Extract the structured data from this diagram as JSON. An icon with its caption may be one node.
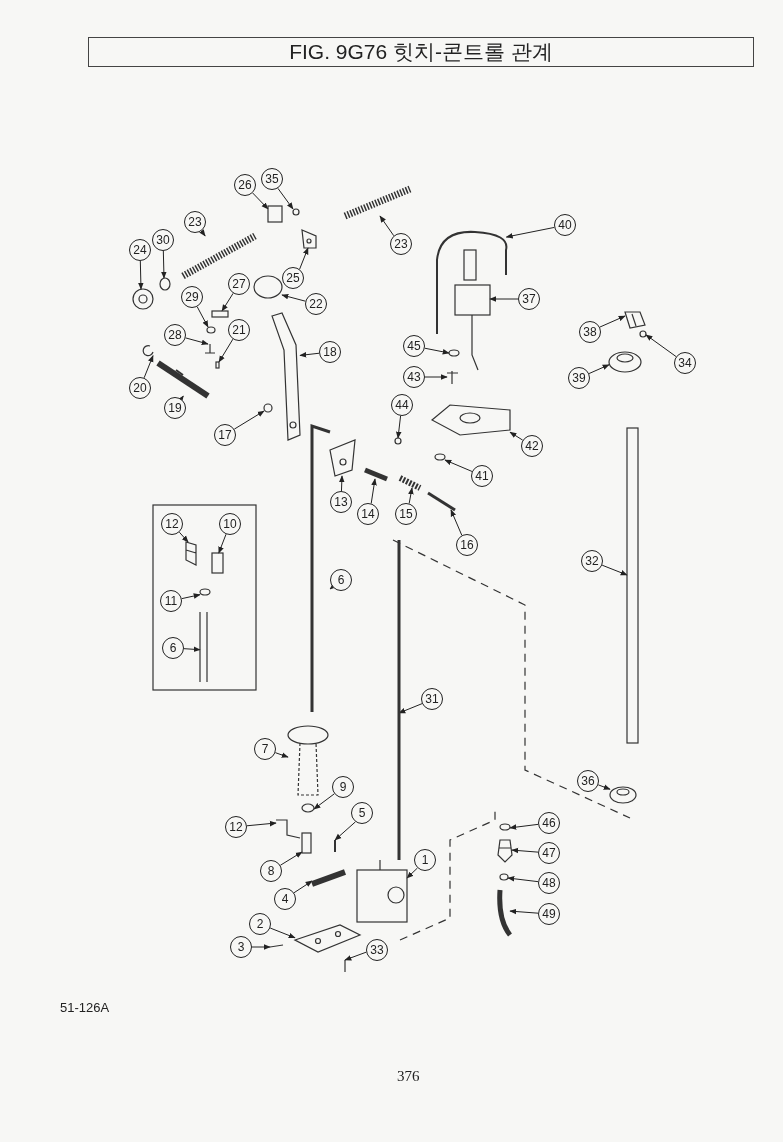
{
  "diagram": {
    "title": "FIG. 9G76 힛치-콘트롤 관계",
    "nodes": [
      {
        "text": [
          "35"
        ]
      },
      {
        "text": [
          "26"
        ]
      },
      {
        "text": [
          "23"
        ]
      },
      {
        "text": [
          "40"
        ]
      },
      {
        "text": [
          "23"
        ]
      },
      {
        "text": [
          "30"
        ]
      },
      {
        "text": [
          "24"
        ]
      },
      {
        "text": [
          "25"
        ]
      },
      {
        "text": [
          "27"
        ]
      },
      {
        "text": [
          "22"
        ]
      },
      {
        "text": [
          "29"
        ]
      },
      {
        "text": [
          "37"
        ]
      },
      {
        "text": [
          "38"
        ]
      },
      {
        "text": [
          "34"
        ]
      },
      {
        "text": [
          "28"
        ]
      },
      {
        "text": [
          "21"
        ]
      },
      {
        "text": [
          "45"
        ]
      },
      {
        "text": [
          "18"
        ]
      },
      {
        "text": [
          "43"
        ]
      },
      {
        "text": [
          "39"
        ]
      },
      {
        "text": [
          "20"
        ]
      },
      {
        "text": [
          "44"
        ]
      },
      {
        "text": [
          "19"
        ]
      },
      {
        "text": [
          "17"
        ]
      },
      {
        "text": [
          "42"
        ]
      },
      {
        "text": [
          "41"
        ]
      },
      {
        "text": [
          "13"
        ]
      },
      {
        "text": [
          "14"
        ]
      },
      {
        "text": [
          "15"
        ]
      },
      {
        "text": [
          "16"
        ]
      },
      {
        "text": [
          "12"
        ]
      },
      {
        "text": [
          "10"
        ]
      },
      {
        "text": [
          "32"
        ]
      },
      {
        "text": [
          "11"
        ]
      },
      {
        "text": [
          "6"
        ]
      },
      {
        "text": [
          "6"
        ]
      },
      {
        "text": [
          "31"
        ]
      },
      {
        "text": [
          "7"
        ]
      },
      {
        "text": [
          "36"
        ]
      },
      {
        "text": [
          "9"
        ]
      },
      {
        "text": [
          "5"
        ]
      },
      {
        "text": [
          "46"
        ]
      },
      {
        "text": [
          "12"
        ]
      },
      {
        "text": [
          "1"
        ]
      },
      {
        "text": [
          "47"
        ]
      },
      {
        "text": [
          "8"
        ]
      },
      {
        "text": [
          "48"
        ]
      },
      {
        "text": [
          "4"
        ]
      },
      {
        "text": [
          "49"
        ]
      },
      {
        "text": [
          "2"
        ]
      },
      {
        "text": [
          "3"
        ]
      },
      {
        "text": [
          "33"
        ]
      },
      {
        "text": [],
        "shape": "circle"
      },
      {
        "text": [],
        "shape": "box"
      },
      {
        "text": [],
        "shape": "picture"
      },
      {
        "text": [],
        "shape": "picture"
      },
      {
        "text": [],
        "shape": "picture"
      },
      {
        "text": [],
        "shape": "circle"
      },
      {
        "text": [],
        "shape": "picture"
      },
      {
        "text": [],
        "shape": "picture"
      },
      {
        "text": [],
        "shape": "box"
      },
      {
        "text": [],
        "shape": "circle"
      },
      {
        "text": [],
        "shape": "circle"
      },
      {
        "text": [],
        "shape": "picture"
      },
      {
        "text": [],
        "shape": "picture"
      },
      {
        "text": [],
        "shape": "circle"
      },
      {
        "text": [],
        "shape": "picture"
      },
      {
        "text": [],
        "shape": "box"
      },
      {
        "text": [],
        "shape": "circle"
      },
      {
        "text": [],
        "shape": "picture"
      },
      {
        "text": [],
        "shape": "picture"
      },
      {
        "text": [],
        "shape": "picture"
      },
      {
        "text": [],
        "shape": "picture"
      },
      {
        "text": [],
        "shape": "circle"
      },
      {
        "text": [],
        "shape": "picture"
      },
      {
        "text": [],
        "shape": "circle"
      },
      {
        "text": [],
        "shape": "picture"
      },
      {
        "text": [],
        "shape": "circle"
      },
      {
        "text": [],
        "shape": "picture"
      },
      {
        "text": [],
        "shape": "picture"
      },
      {
        "text": [],
        "shape": "picture"
      },
      {
        "text": [],
        "shape": "picture"
      },
      {
        "text": [],
        "shape": "picture"
      },
      {
        "text": [],
        "shape": "box"
      },
      {
        "text": [],
        "shape": "box"
      },
      {
        "text": [],
        "shape": "circle"
      },
      {
        "text": [],
        "shape": "picture"
      },
      {
        "text": [],
        "shape": "picture"
      },
      {
        "text": [],
        "shape": "picture"
      },
      {
        "text": [],
        "shape": "picture"
      },
      {
        "text": [],
        "shape": "picture"
      },
      {
        "text": [],
        "shape": "circle"
      },
      {
        "text": [],
        "shape": "picture"
      },
      {
        "text": [],
        "shape": "circle"
      },
      {
        "text": [],
        "shape": "picture"
      },
      {
        "text": [],
        "shape": "picture"
      },
      {
        "text": [],
        "shape": "picture"
      },
      {
        "text": [],
        "shape": "box"
      },
      {
        "text": [],
        "shape": "circle"
      },
      {
        "text": [],
        "shape": "picture"
      },
      {
        "text": [],
        "shape": "picture"
      },
      {
        "text": [],
        "shape": "picture"
      },
      {
        "text": [],
        "shape": "picture"
      },
      {
        "text": [],
        "shape": "picture"
      }
    ],
    "edges": [
      {
        "from": 0,
        "to": 52,
        "arrow": "to"
      },
      {
        "from": 1,
        "to": 53,
        "arrow": "to"
      },
      {
        "from": 2,
        "to": 54,
        "arrow": "to"
      },
      {
        "from": 3,
        "to": 55,
        "arrow": "to"
      },
      {
        "from": 4,
        "to": 56,
        "arrow": "to"
      },
      {
        "from": 5,
        "to": 57,
        "arrow": "to"
      },
      {
        "from": 6,
        "to": 58,
        "arrow": "to"
      },
      {
        "from": 7,
        "to": 59,
        "arrow": "to"
      },
      {
        "from": 8,
        "to": 60,
        "arrow": "to"
      },
      {
        "from": 9,
        "to": 61,
        "arrow": "to"
      },
      {
        "from": 10,
        "to": 62,
        "arrow": "to"
      },
      {
        "from": 11,
        "to": 63,
        "arrow": "to"
      },
      {
        "from": 12,
        "to": 64,
        "arrow": "to"
      },
      {
        "from": 13,
        "to": 65,
        "arrow": "to"
      },
      {
        "from": 14,
        "to": 66,
        "arrow": "to"
      },
      {
        "from": 15,
        "to": 67,
        "arrow": "to"
      },
      {
        "from": 16,
        "to": 68,
        "arrow": "to"
      },
      {
        "from": 17,
        "to": 69,
        "arrow": "to"
      },
      {
        "from": 18,
        "to": 70,
        "arrow": "to"
      },
      {
        "from": 19,
        "to": 71,
        "arrow": "to"
      },
      {
        "from": 20,
        "to": 72,
        "arrow": "to"
      },
      {
        "from": 21,
        "to": 73,
        "arrow": "to"
      },
      {
        "from": 22,
        "to": 74,
        "arrow": "to"
      },
      {
        "from": 23,
        "to": 75,
        "arrow": "to"
      },
      {
        "from": 24,
        "to": 76,
        "arrow": "to"
      },
      {
        "from": 25,
        "to": 77,
        "arrow": "to"
      },
      {
        "from": 26,
        "to": 78,
        "arrow": "to"
      },
      {
        "from": 27,
        "to": 79,
        "arrow": "to"
      },
      {
        "from": 28,
        "to": 80,
        "arrow": "to"
      },
      {
        "from": 29,
        "to": 81,
        "arrow": "to"
      },
      {
        "from": 30,
        "to": 82,
        "arrow": "to"
      },
      {
        "from": 31,
        "to": 83,
        "arrow": "to"
      },
      {
        "from": 32,
        "to": 84,
        "arrow": "to"
      },
      {
        "from": 33,
        "to": 85,
        "arrow": "to"
      },
      {
        "from": 34,
        "to": 86,
        "arrow": "to"
      },
      {
        "from": 35,
        "to": 87,
        "arrow": "to"
      },
      {
        "from": 36,
        "to": 88,
        "arrow": "to"
      },
      {
        "from": 37,
        "to": 89,
        "arrow": "to"
      },
      {
        "from": 38,
        "to": 90,
        "arrow": "to"
      },
      {
        "from": 39,
        "to": 91,
        "arrow": "to"
      },
      {
        "from": 40,
        "to": 92,
        "arrow": "to"
      },
      {
        "from": 41,
        "to": 93,
        "arrow": "to"
      },
      {
        "from": 42,
        "to": 94,
        "arrow": "to"
      },
      {
        "from": 43,
        "to": 95,
        "arrow": "to"
      },
      {
        "from": 44,
        "to": 96,
        "arrow": "to"
      },
      {
        "from": 45,
        "to": 97,
        "arrow": "to"
      },
      {
        "from": 46,
        "to": 98,
        "arrow": "to"
      },
      {
        "from": 47,
        "to": 99,
        "arrow": "to"
      },
      {
        "from": 48,
        "to": 100,
        "arrow": "to"
      },
      {
        "from": 49,
        "to": 101,
        "arrow": "to"
      },
      {
        "from": 50,
        "to": 102,
        "arrow": "to"
      },
      {
        "from": 51,
        "to": 103,
        "arrow": "to"
      }
    ],
    "labels": [
      "51-126A",
      "376"
    ]
  }
}
